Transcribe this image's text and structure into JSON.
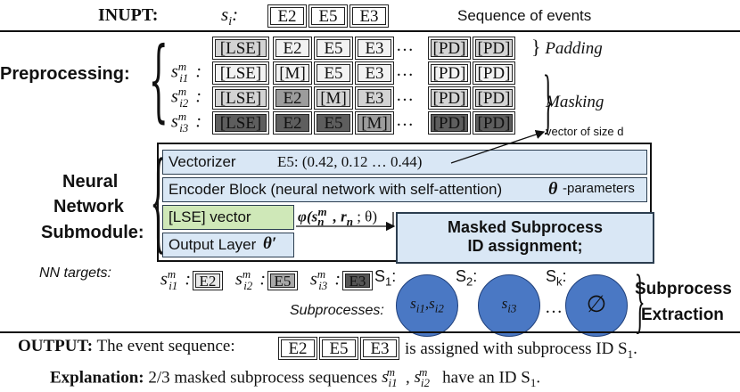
{
  "input": {
    "label": "INUPT:",
    "seq_symbol": "s",
    "seq_sub": "i",
    "tokens": [
      "E2",
      "E5",
      "E3"
    ],
    "description": "Sequence of events"
  },
  "preprocessing": {
    "label": "Preprocessing:",
    "rows": [
      {
        "label_sup": "",
        "label_sub": "",
        "tokens": [
          "[LSE]",
          "E2",
          "E5",
          "E3",
          "…",
          "[PD]",
          "[PD]"
        ],
        "shades": [
          "c1",
          "c0",
          "c0",
          "c0",
          "",
          "c1",
          "c1"
        ]
      },
      {
        "label_sup": "m",
        "label_sub": "i1",
        "tokens": [
          "[LSE]",
          "[M]",
          "E5",
          "E3",
          "…",
          "[PD]",
          "[PD]"
        ],
        "shades": [
          "c0",
          "c0",
          "c0",
          "c0",
          "",
          "c0",
          "c0"
        ]
      },
      {
        "label_sup": "m",
        "label_sub": "i2",
        "tokens": [
          "[LSE]",
          "E2",
          "[M]",
          "E3",
          "…",
          "[PD]",
          "[PD]"
        ],
        "shades": [
          "c1",
          "c2",
          "c1",
          "c1",
          "",
          "c1",
          "c1"
        ]
      },
      {
        "label_sup": "m",
        "label_sub": "i3",
        "tokens": [
          "[LSE]",
          "E2",
          "E5",
          "[M]",
          "…",
          "[PD]",
          "[PD]"
        ],
        "shades": [
          "c3",
          "c3",
          "c3",
          "c2",
          "",
          "c3",
          "c3"
        ]
      }
    ],
    "padding_label": "Padding",
    "masking_label": "Masking"
  },
  "nn": {
    "label_line1": "Neural",
    "label_line2": "Network",
    "label_line3": "Submodule:",
    "vector_size": "vector of size d",
    "vectorizer_label": "Vectorizer",
    "vectorizer_example": "E5: (0.42, 0.12 … 0.44)",
    "encoder_label": "Encoder Block (neural network with self-attention)",
    "encoder_param": "θ",
    "encoder_param_suffix": "-parameters",
    "lse_vector": "[LSE] vector",
    "phi_expr": "φ(s",
    "phi_rest": ", r",
    "phi_theta": " ; θ)",
    "output_layer": "Output Layer",
    "output_param": "θ′",
    "masked_line1": "Masked Subprocess",
    "masked_line2": "ID assignment;"
  },
  "targets": {
    "label": "NN targets:",
    "items": [
      {
        "sub": "i1",
        "token": "E2"
      },
      {
        "sub": "i2",
        "token": "E5"
      },
      {
        "sub": "i3",
        "token": "E3"
      }
    ]
  },
  "subprocesses": {
    "label": "Subprocesses:",
    "s1": "S",
    "s1_sub": "1",
    "s2": "S",
    "s2_sub": "2",
    "sk": "S",
    "sk_sub": "k",
    "empty": "∅",
    "dots": "…",
    "extraction_line1": "Subprocess",
    "extraction_line2": "Extraction"
  },
  "output": {
    "label": "OUTPUT:",
    "text1": "The event sequence:",
    "tokens": [
      "E2",
      "E5",
      "E3"
    ],
    "text2": "is assigned with subprocess ID S",
    "id_sub": "1",
    "explanation_label": "Explanation:",
    "explanation_text": "2/3 masked subprocess sequences",
    "explanation_tail": "have an ID S"
  }
}
